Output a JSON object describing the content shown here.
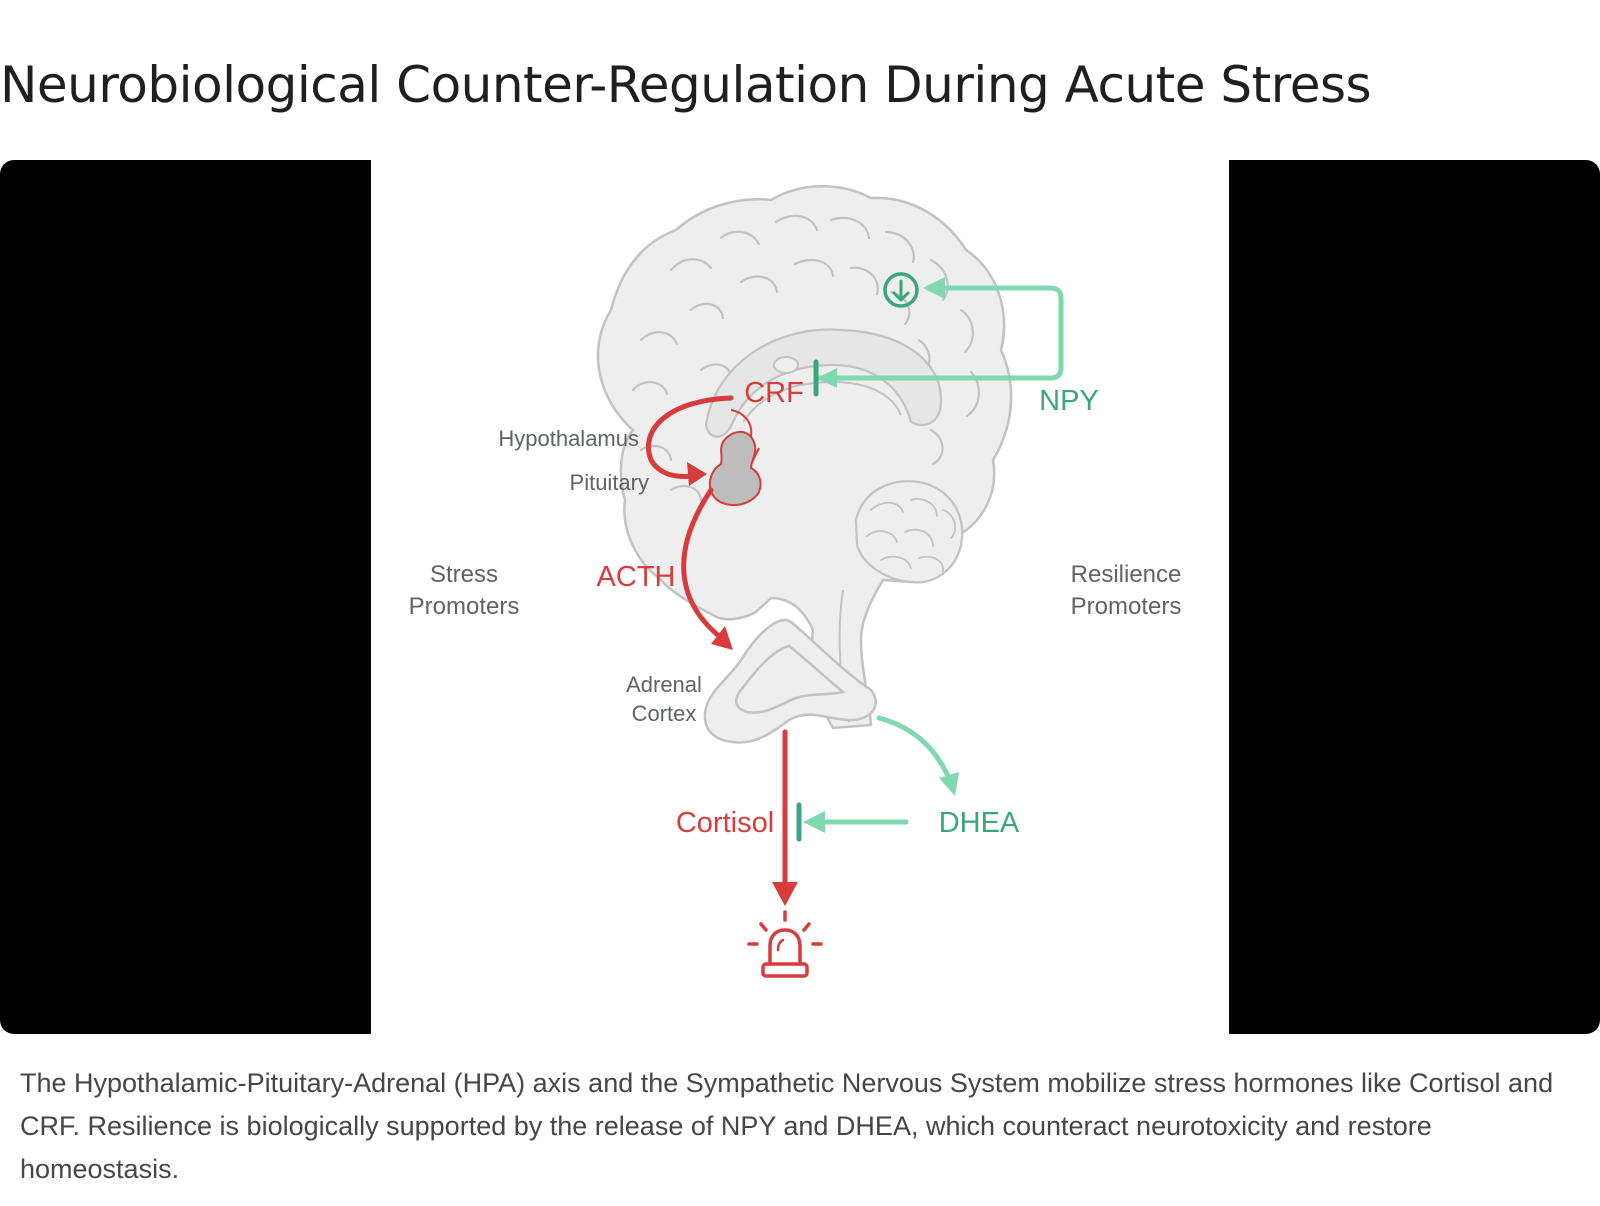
{
  "title": "Neurobiological Counter-Regulation During Acute Stress",
  "diagram": {
    "labels": {
      "crf": "CRF",
      "npy": "NPY",
      "hypothalamus": "Hypothalamus",
      "pituitary": "Pituitary",
      "acth": "ACTH",
      "stress_promoters_line1": "Stress",
      "stress_promoters_line2": "Promoters",
      "resilience_promoters_line1": "Resilience",
      "resilience_promoters_line2": "Promoters",
      "adrenal_line1": "Adrenal",
      "adrenal_line2": "Cortex",
      "cortisol": "Cortisol",
      "dhea": "DHEA"
    },
    "icons": [
      "brain-illustration",
      "down-arrow-circle-icon",
      "adrenal-gland-illustration",
      "alarm-siren-icon"
    ],
    "colors": {
      "stress_red": "#d83b3b",
      "resilience_green": "#7fd8b0",
      "inhibition_green": "#3aa77a",
      "organ_fill": "#eeeeee",
      "organ_stroke": "#c2c2c2",
      "pituitary_fill": "#bdbdbd",
      "label_gray": "#5f6368"
    }
  },
  "caption": "The Hypothalamic-Pituitary-Adrenal (HPA) axis and the Sympathetic Nervous System mobilize stress hormones like Cortisol and CRF. Resilience is biologically supported by the release of NPY and DHEA, which counteract neurotoxicity and restore homeostasis."
}
